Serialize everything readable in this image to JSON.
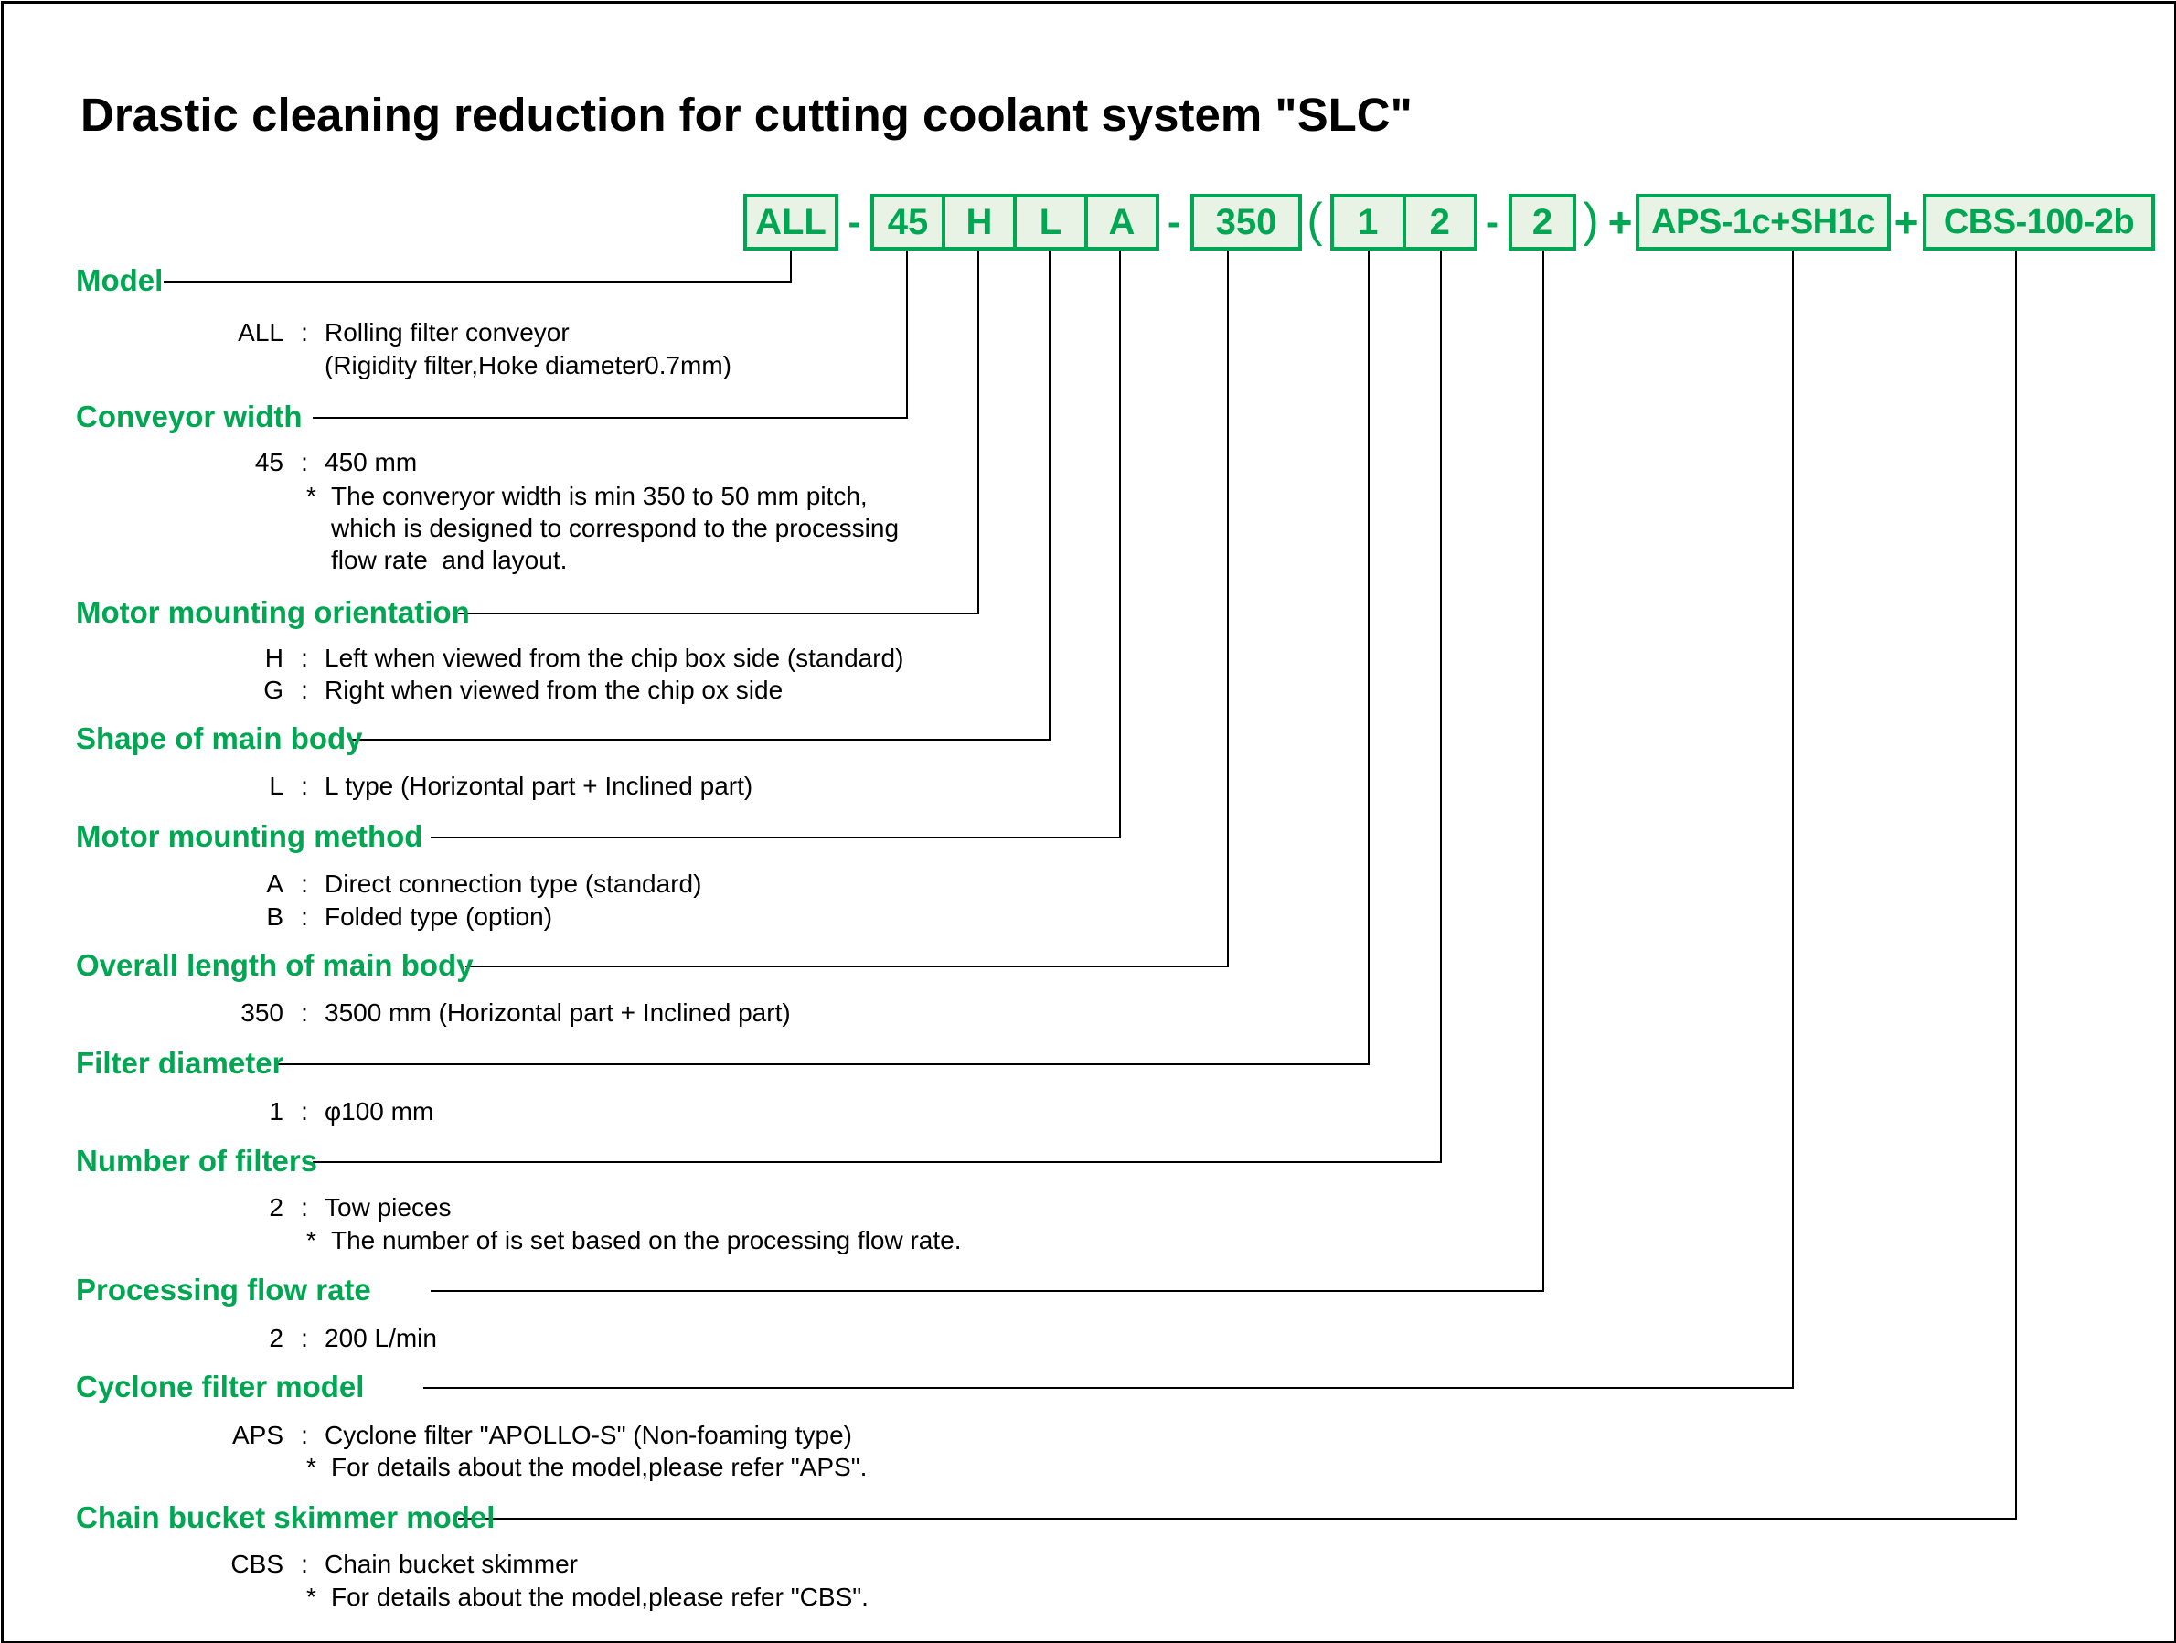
{
  "title": "Drastic cleaning reduction for cutting coolant system \"SLC\"",
  "colors": {
    "green": "#00a651",
    "box_fill": "#e8f3e6",
    "line": "#000000"
  },
  "ui": {
    "colon": ":",
    "star": "*"
  },
  "code_row": {
    "model": "ALL",
    "sep1": "-",
    "width": "45",
    "orientation": "H",
    "shape": "L",
    "method": "A",
    "sep2": "-",
    "length": "350",
    "paren_open": "(",
    "diameter": "1",
    "filters": "2",
    "sep3": "-",
    "flow": "2",
    "paren_close": ")",
    "plus1": "+",
    "cyclone": "APS-1c+SH1c",
    "plus2": "+",
    "skimmer": "CBS-100-2b"
  },
  "sections": [
    {
      "label": "Model",
      "rows": [
        {
          "value": "ALL",
          "desc": "Rolling filter conveyor"
        },
        {
          "desc": "(Rigidity filter,Hoke diameter0.7mm)"
        }
      ]
    },
    {
      "label": "Conveyor width",
      "rows": [
        {
          "value": "45",
          "desc": "450 mm"
        },
        {
          "star": "*",
          "desc": "The converyor width is min 350 to 50 mm pitch,"
        },
        {
          "desc": "which is designed to correspond to the processing"
        },
        {
          "desc": "flow rate  and layout."
        }
      ]
    },
    {
      "label": "Motor mounting orientation",
      "rows": [
        {
          "value": "H",
          "desc": "Left when viewed from the chip box side (standard)"
        },
        {
          "value": "G",
          "desc": "Right when viewed from the chip ox side"
        }
      ]
    },
    {
      "label": "Shape of main body",
      "rows": [
        {
          "value": "L",
          "desc": "L type (Horizontal part + Inclined part)"
        }
      ]
    },
    {
      "label": "Motor mounting method",
      "rows": [
        {
          "value": "A",
          "desc": "Direct connection type (standard)"
        },
        {
          "value": "B",
          "desc": "Folded type (option)"
        }
      ]
    },
    {
      "label": "Overall length of main body",
      "rows": [
        {
          "value": "350",
          "desc": "3500 mm (Horizontal part + Inclined part)"
        }
      ]
    },
    {
      "label": "Filter diameter",
      "rows": [
        {
          "value": "1",
          "desc": "φ100 mm"
        }
      ]
    },
    {
      "label": "Number of filters",
      "rows": [
        {
          "value": "2",
          "desc": "Tow pieces"
        },
        {
          "star": "*",
          "desc": "The number of is set based on the processing flow rate."
        }
      ]
    },
    {
      "label": "Processing flow rate",
      "rows": [
        {
          "value": "2",
          "desc": "200 L/min"
        }
      ]
    },
    {
      "label": "Cyclone filter model",
      "rows": [
        {
          "value": "APS",
          "desc": "Cyclone filter \"APOLLO-S\" (Non-foaming type)"
        },
        {
          "star": "*",
          "desc": "For details about the model,please refer \"APS\"."
        }
      ]
    },
    {
      "label": "Chain bucket skimmer model",
      "rows": [
        {
          "value": "CBS",
          "desc": "Chain bucket skimmer"
        },
        {
          "star": "*",
          "desc": "For details about the model,please refer \"CBS\"."
        }
      ]
    }
  ]
}
